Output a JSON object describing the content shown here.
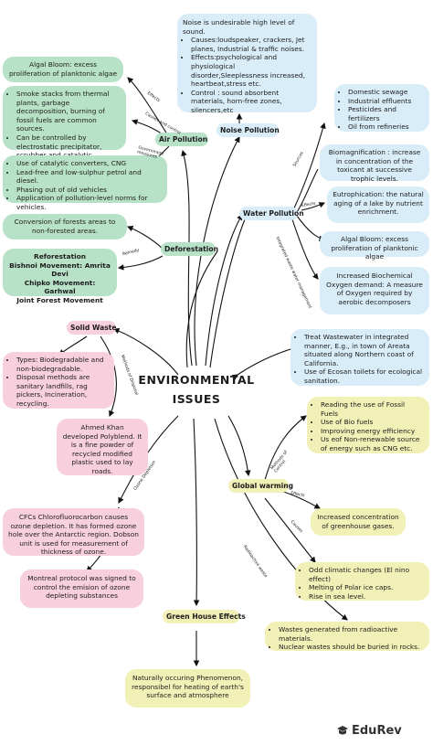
{
  "title_line1": "ENVIRONMENTAL",
  "title_line2": "ISSUES",
  "brand": "EduRev",
  "noise": {
    "topic": "Noise Pollution",
    "details": [
      "Noise is undesirable high level of sound.",
      "Causes:loudspeaker, crackers, Jet planes, Industrial & traffic noises.",
      "Effects:psychological and physiological disorder,Sleeplessness increased, heartbeat,stress etc.",
      "Control : sound absorbent materials, horn-free zones, silencers,etc"
    ]
  },
  "air": {
    "topic": "Air Pollution",
    "effects_label": "Effects",
    "causes_label": "Causes and control",
    "gov_label": "Government measures",
    "effects": "Algal Bloom: excess proliferation of planktonic algae",
    "causes": [
      "Smoke stacks from thermal plants, garbage decomposition, burning of fossil fuels are common sources.",
      "Can be controlled by electrostatic precipitator, scrubber and catalytic converters."
    ],
    "measures": [
      "Use of catalytic converters, CNG",
      "Lead-free and low-sulphur petrol and diesel.",
      "Phasing out of old vehicles",
      "Application of pollution-level norms for vehicles."
    ]
  },
  "deforestation": {
    "topic": "Deforestation",
    "remedy_label": "Remedy",
    "definition": "Conversion of forests areas to non-forested areas.",
    "remedy": [
      "Reforestation",
      "Bishnoi Movement: Amrita Devi",
      "Chipko Movement: Garhwal",
      "Joint Forest Movement"
    ]
  },
  "water": {
    "topic": "Water Pollution",
    "sources_label": "Sources",
    "effects_label": "Effects",
    "iwm_label": "Integrated waste water management",
    "sources": [
      "Domestic sewage",
      "Industrial effluents",
      "Pesticides and fertilizers",
      "Oil from refineries"
    ],
    "biomag": "Biomagnification : increase in concentration of the toxicant at successive trophic levels.",
    "eutro": "Eutrophication: the natural aging of a lake by nutrient enrichment.",
    "algal": "Algal Bloom: excess proliferation of planktonic algae",
    "bod": "Increased Biochemical Oxygen demand: A measure of Oxygen required by aerobic decomposers",
    "treatment": [
      "Treat Wastewater in integrated manner, E.g., in town of Areata situated along Northern coast of California.",
      "Use of Ecosan toilets for ecological sanitation."
    ]
  },
  "solid": {
    "topic": "Solid Waste",
    "label": "Methods of Disposal",
    "types": [
      "Types: Biodegradable and non-biodegradable.",
      "Disposal methods are sanitary landfills, rag pickers, Incineration, recycling."
    ],
    "polyblend": "Ahmed Khan developed Polyblend. It is a fine powder of recycled modified plastic used to lay roads."
  },
  "ozone": {
    "label": "Ozone Depletion",
    "cfc": "CFCs Chlorofluorocarbon causes ozone depletion. It has formed ozone hole over the Antarctic region. Dobson unit is used for measurement of thickness of ozone.",
    "montreal": "Montreal protocol was signed to control the emision of ozone depleting substances"
  },
  "global": {
    "topic": "Global warming",
    "control_label": "Methods of Control",
    "effects_label": "Effects",
    "causes_label": "Causes",
    "control": [
      "Reading the use of Fossil Fuels",
      "Use of Bio fuels",
      "Improving energy efficiency",
      "Us eof Non-renewable source of energy such as CNG etc."
    ],
    "effects": "Increased concentration of greenhouse gases.",
    "causes": [
      "Odd climatic changes (El nino effect)",
      "Melting of Polar ice caps.",
      "Rise in sea level."
    ]
  },
  "radio": {
    "label": "Radioactive waste",
    "items": [
      "Wastes generated from radioactive materials.",
      "Nuclear wastes should be buried in rocks."
    ]
  },
  "greenhouse": {
    "topic": "Green House Effects",
    "text": "Naturally occuring Phenomenon, responsibel for heating of earth's surface and atmosphere"
  }
}
